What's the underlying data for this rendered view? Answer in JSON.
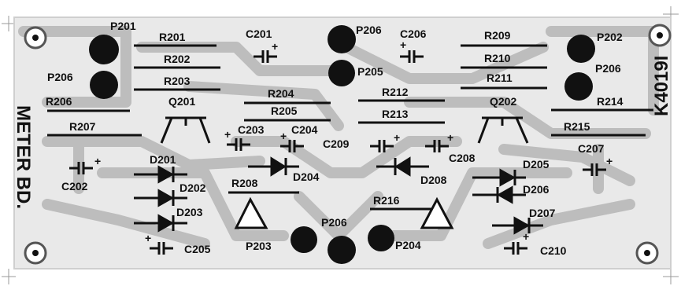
{
  "board": {
    "title": "METER BD.",
    "part_number": "K4019I"
  },
  "labels": {
    "P201": "P201",
    "P202": "P202",
    "P203": "P203",
    "P204": "P204",
    "P205": "P205",
    "P206a": "P206",
    "P206b": "P206",
    "P206c": "P206",
    "P206d": "P206",
    "R201": "R201",
    "R202": "R202",
    "R203": "R203",
    "R204": "R204",
    "R205": "R205",
    "R206": "R206",
    "R207": "R207",
    "R208": "R208",
    "R209": "R209",
    "R210": "R210",
    "R211": "R211",
    "R212": "R212",
    "R213": "R213",
    "R214": "R214",
    "R215": "R215",
    "R216": "R216",
    "C201": "C201",
    "C202": "C202",
    "C203": "C203",
    "C204": "C204",
    "C205": "C205",
    "C206": "C206",
    "C207": "C207",
    "C208": "C208",
    "C209": "C209",
    "C210": "C210",
    "Q201": "Q201",
    "Q202": "Q202",
    "D201": "D201",
    "D202": "D202",
    "D203": "D203",
    "D204": "D204",
    "D205": "D205",
    "D206": "D206",
    "D207": "D207",
    "D208": "D208"
  }
}
